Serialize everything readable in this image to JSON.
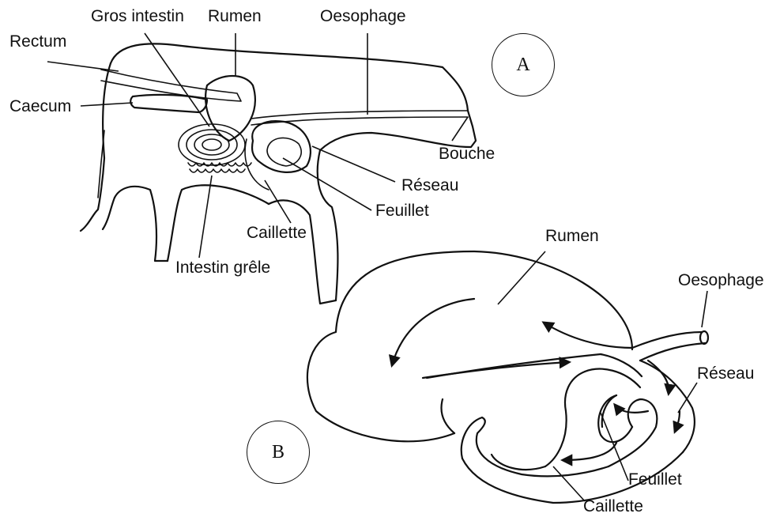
{
  "diagram_a": {
    "tag": "A",
    "labels": {
      "rectum": "Rectum",
      "gros_intestin": "Gros intestin",
      "rumen": "Rumen",
      "oesophage": "Oesophage",
      "caecum": "Caecum",
      "bouche": "Bouche",
      "reseau": "Réseau",
      "feuillet": "Feuillet",
      "caillette": "Caillette",
      "intestin_grele": "Intestin grêle"
    }
  },
  "diagram_b": {
    "tag": "B",
    "labels": {
      "rumen": "Rumen",
      "oesophage": "Oesophage",
      "reseau": "Réseau",
      "feuillet": "Feuillet",
      "caillette": "Caillette"
    }
  }
}
